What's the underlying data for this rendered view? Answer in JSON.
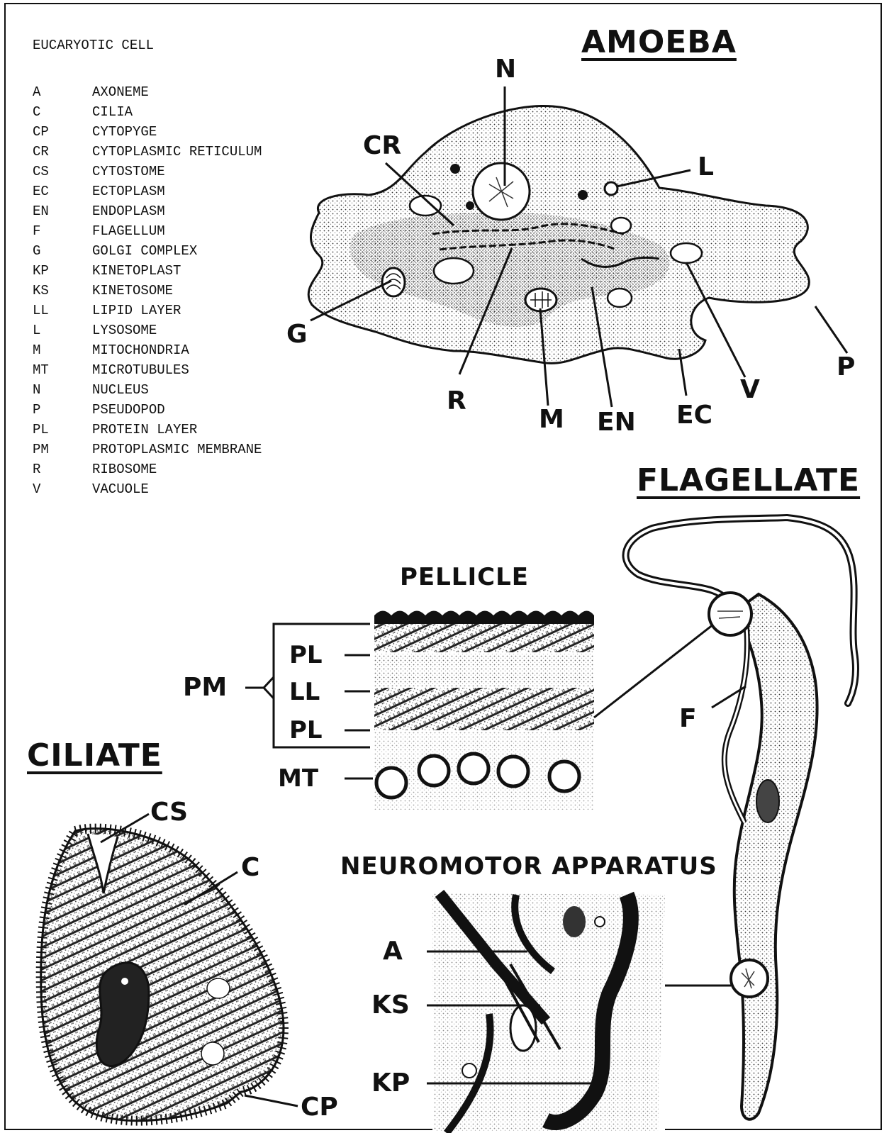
{
  "legend": {
    "title": "EUCARYOTIC CELL",
    "items": [
      {
        "abbr": "A",
        "name": "AXONEME"
      },
      {
        "abbr": "C",
        "name": "CILIA"
      },
      {
        "abbr": "CP",
        "name": "CYTOPYGE"
      },
      {
        "abbr": "CR",
        "name": "CYTOPLASMIC RETICULUM"
      },
      {
        "abbr": "CS",
        "name": "CYTOSTOME"
      },
      {
        "abbr": "EC",
        "name": "ECTOPLASM"
      },
      {
        "abbr": "EN",
        "name": "ENDOPLASM"
      },
      {
        "abbr": "F",
        "name": "FLAGELLUM"
      },
      {
        "abbr": "G",
        "name": "GOLGI COMPLEX"
      },
      {
        "abbr": "KP",
        "name": "KINETOPLAST"
      },
      {
        "abbr": "KS",
        "name": "KINETOSOME"
      },
      {
        "abbr": "LL",
        "name": "LIPID LAYER"
      },
      {
        "abbr": "L",
        "name": "LYSOSOME"
      },
      {
        "abbr": "M",
        "name": "MITOCHONDRIA"
      },
      {
        "abbr": "MT",
        "name": "MICROTUBULES"
      },
      {
        "abbr": "N",
        "name": "NUCLEUS"
      },
      {
        "abbr": "P",
        "name": "PSEUDOPOD"
      },
      {
        "abbr": "PL",
        "name": "PROTEIN LAYER"
      },
      {
        "abbr": "PM",
        "name": "PROTOPLASMIC MEMBRANE"
      },
      {
        "abbr": "R",
        "name": "RIBOSOME"
      },
      {
        "abbr": "V",
        "name": "VACUOLE"
      }
    ]
  },
  "panels": {
    "amoeba": {
      "title": "AMOEBA",
      "labels": {
        "N": "N",
        "CR": "CR",
        "L": "L",
        "G": "G",
        "R": "R",
        "M": "M",
        "EN": "EN",
        "EC": "EC",
        "V": "V",
        "P": "P"
      }
    },
    "flagellate": {
      "title": "FLAGELLATE",
      "labels": {
        "F": "F"
      }
    },
    "pellicle": {
      "title": "PELLICLE",
      "labels": {
        "PM": "PM",
        "PL1": "PL",
        "LL": "LL",
        "PL2": "PL",
        "MT": "MT"
      }
    },
    "ciliate": {
      "title": "CILIATE",
      "labels": {
        "CS": "CS",
        "C": "C",
        "CP": "CP"
      }
    },
    "neuromotor": {
      "title": "NEUROMOTOR APPARATUS",
      "labels": {
        "A": "A",
        "KS": "KS",
        "KP": "KP"
      }
    }
  },
  "colors": {
    "ink": "#111111",
    "paper": "#ffffff",
    "stipple": "#555555"
  }
}
